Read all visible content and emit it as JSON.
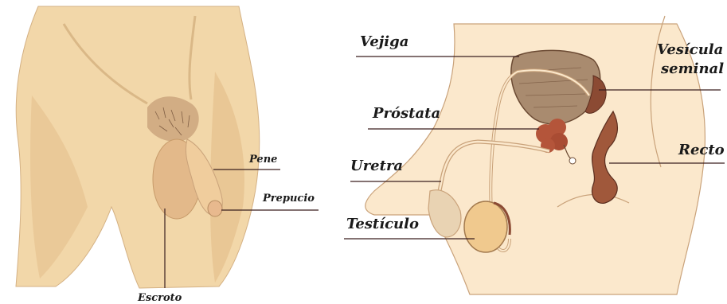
{
  "left_figure": {
    "labels": {
      "pene": "Pene",
      "prepucio": "Prepucio",
      "escroto": "Escroto"
    }
  },
  "right_figure": {
    "labels": {
      "vejiga": "Vejiga",
      "vesicula_line1": "Vesícula",
      "vesicula_line2": "seminal",
      "prostata": "Próstata",
      "uretra": "Uretra",
      "recto": "Recto",
      "testiculo": "Testículo"
    }
  },
  "colors": {
    "skin": "#f2d7a9",
    "skin_shade": "#d9b685",
    "inner_skin": "#fbe8cc",
    "organ_brown": "#8b4a33",
    "prostate": "#b4553a",
    "testis": "#f0c98e",
    "leader": "#3a1f1f"
  }
}
